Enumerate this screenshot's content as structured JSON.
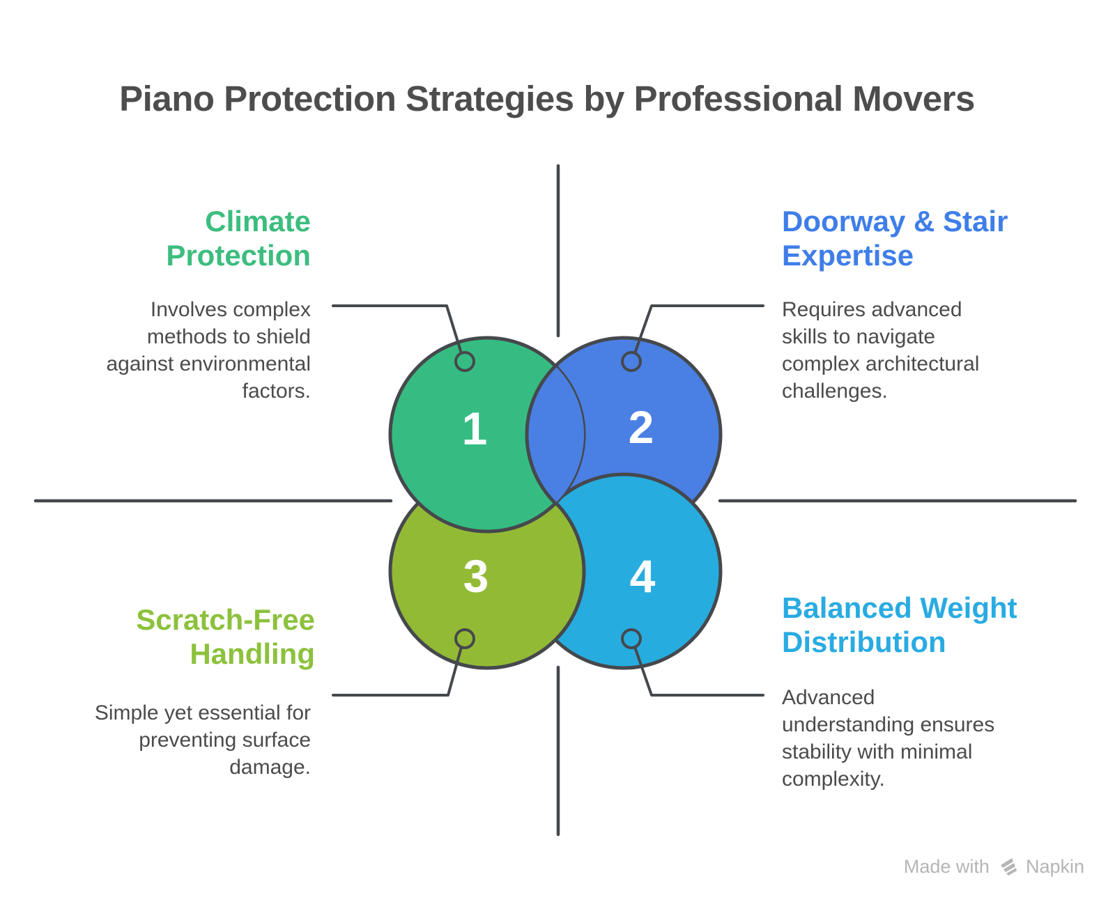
{
  "title": "Piano Protection Strategies by Professional Movers",
  "colors": {
    "background": "#FFFFFF",
    "outline": "#45484C",
    "title_text": "#4D4D4D",
    "body_text": "#4B4B4B",
    "number_text": "#FFFFFF",
    "watermark_text": "#B5B5B5"
  },
  "items": [
    {
      "number": "1",
      "heading_lines": [
        "Climate",
        "Protection"
      ],
      "body_lines": [
        "Involves complex",
        "methods to shield",
        "against environmental",
        "factors."
      ],
      "accent_color": "#3CBD7E",
      "circle_color": "#36BC82"
    },
    {
      "number": "2",
      "heading_lines": [
        "Doorway & Stair",
        "Expertise"
      ],
      "body_lines": [
        "Requires advanced",
        "skills to navigate",
        "complex architectural",
        "challenges."
      ],
      "accent_color": "#3F7EE8",
      "circle_color": "#4A80E4"
    },
    {
      "number": "3",
      "heading_lines": [
        "Scratch-Free",
        "Handling"
      ],
      "body_lines": [
        "Simple yet essential for",
        "preventing surface",
        "damage."
      ],
      "accent_color": "#8CC13C",
      "circle_color": "#93BA35"
    },
    {
      "number": "4",
      "heading_lines": [
        "Balanced Weight",
        "Distribution"
      ],
      "body_lines": [
        "Advanced",
        "understanding ensures",
        "stability with minimal",
        "complexity."
      ],
      "accent_color": "#29ABE2",
      "circle_color": "#27ACDF"
    }
  ],
  "watermark": {
    "made_with": "Made with",
    "brand": "Napkin",
    "logo_icon": "napkin-logo-icon"
  }
}
